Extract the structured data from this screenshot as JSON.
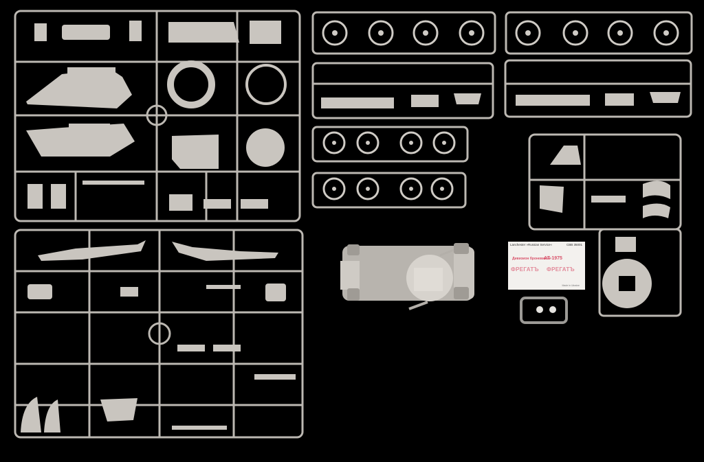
{
  "colors": {
    "background": "#000000",
    "plastic": "#c9c5bf",
    "plastic_shade": "#b3afa9",
    "decal_sheet": "#f3f1ee",
    "decal_red": "#d9536b"
  },
  "decal_sheet": {
    "header": "Lanchester »Russian Service«",
    "code": "CBB 35001",
    "marking_small": "Дивизион броневиков",
    "marking_code": "АТ-1975",
    "marking_left": "ФРЕГАТЪ",
    "marking_right": "ФРЕГАТЪ",
    "footer": "Made in Ukraine"
  }
}
